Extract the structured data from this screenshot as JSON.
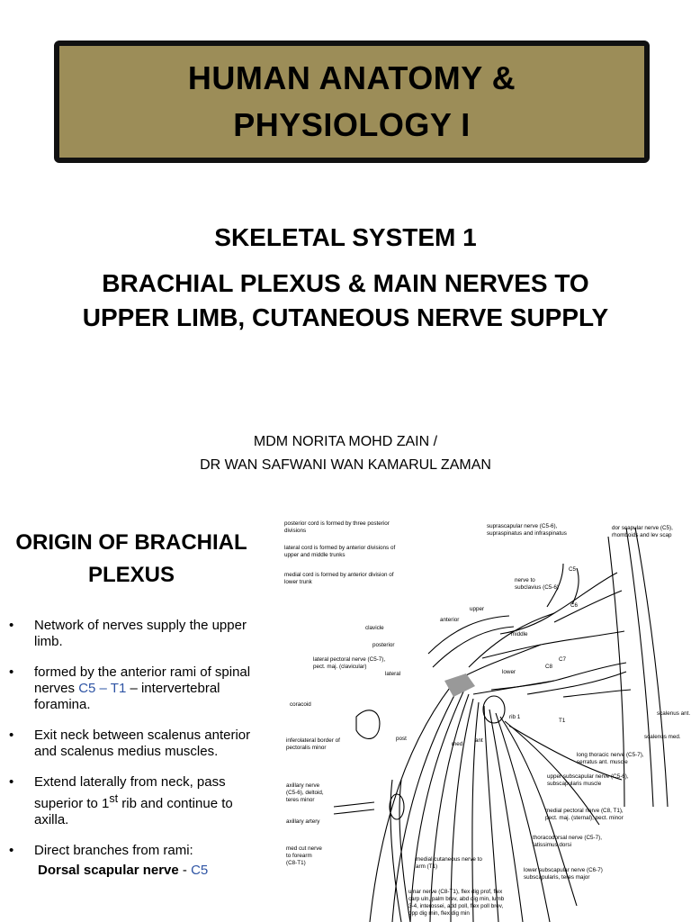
{
  "header": {
    "title_line1": "HUMAN ANATOMY &",
    "title_line2": "PHYSIOLOGY I"
  },
  "subtitle": {
    "line1": "SKELETAL SYSTEM 1",
    "line2": "BRACHIAL PLEXUS & MAIN NERVES TO UPPER LIMB, CUTANEOUS NERVE SUPPLY"
  },
  "authors": {
    "line1": "MDM NORITA MOHD ZAIN /",
    "line2": "DR WAN SAFWANI WAN KAMARUL ZAMAN"
  },
  "section": {
    "title": "ORIGIN OF BRACHIAL PLEXUS",
    "bullets": {
      "b1": "Network of nerves supply the upper limb.",
      "b2_pre": "formed by the anterior rami of spinal nerves ",
      "b2_blue": "C5 – T1",
      "b2_post": " – intervertebral foramina.",
      "b3": "Exit neck between scalenus anterior and scalenus medius muscles.",
      "b4_pre": "Extend laterally from neck, pass superior to 1",
      "b4_sup": "st",
      "b4_post": " rib and continue to axilla.",
      "b5": "Direct branches from rami:",
      "sub_bold": "Dorsal scapular nerve",
      "sub_dash": " - ",
      "sub_blue": "C5"
    },
    "bullet_symbol": "•"
  },
  "diagram": {
    "labels": {
      "posterior_cord": "posterior cord is formed by three posterior",
      "posterior_cord2": "divisions",
      "lateral_cord": "lateral cord is formed by anterior divisions of",
      "lateral_cord2": "upper and middle trunks",
      "medial_cord": "medial cord is formed by anterior division of",
      "medial_cord2": "lower trunk",
      "suprascapular": "suprascapular nerve (C5-6),",
      "suprascapular2": "supraspinatus and infraspinatus",
      "dor_scapular": "dor scapular nerve (C5),",
      "dor_scapular2": "rhomboids and lev scap",
      "c5": "C5",
      "c6": "C6",
      "c7": "C7",
      "c8": "C8",
      "t1": "T1",
      "nerve_to": "nerve to",
      "subclavius": "subclavius (C5-6)",
      "upper": "upper",
      "anterior": "anterior",
      "clavicle": "clavicle",
      "posterior": "posterior",
      "middle": "middle",
      "lateral_pectoral": "lateral pectoral nerve (C5-7),",
      "lateral_pectoral2": "pect. maj. (clavicular)",
      "lateral": "lateral",
      "lower": "lower",
      "coracoid": "coracoid",
      "rib1": "rib 1",
      "scalenus_ant": "scalenus ant.",
      "scalenus_med": "scalenus med.",
      "inferolateral": "inferolateral border of",
      "inferolateral2": "pectoralis minor",
      "post": "post",
      "med": "med",
      "ant": "ant",
      "long_thoracic": "long thoracic nerve (C5-7),",
      "long_thoracic2": "serratus ant. muscle",
      "upper_subscap": "upper subscapular nerve (C5-6),",
      "upper_subscap2": "subscapularis muscle",
      "axillary_nerve": "axillary nerve",
      "axillary_nerve2": "(C5-6), deltoid,",
      "axillary_nerve3": "teres minor",
      "axillary_artery": "axillary artery",
      "medial_pectoral": "medial pectoral nerve (C8, T1),",
      "medial_pectoral2": "pect. maj. (sternal), pect. minor",
      "thoracodorsal": "thoracodorsal nerve (C5-7),",
      "thoracodorsal2": "latissimus dorsi",
      "med_cut": "med cut nerve",
      "med_cut2": "to forearm",
      "med_cut3": "(C8-T1)",
      "medial_cut_arm": "medial cutaneous nerve to",
      "medial_cut_arm2": "arm (T1)",
      "lower_subscap": "lower subscapular nerve (C6-7)",
      "lower_subscap2": "subscapularis, teres major",
      "ulnar1": "ulnar nerve (C8-T1), flex dig prof, flex",
      "ulnar2": "carp uln, palm brev, abd dig min, lumb",
      "ulnar3": "3-4, interossei, add poll, flex poll brev,",
      "ulnar4": "opp dig min, flex dig min"
    }
  }
}
